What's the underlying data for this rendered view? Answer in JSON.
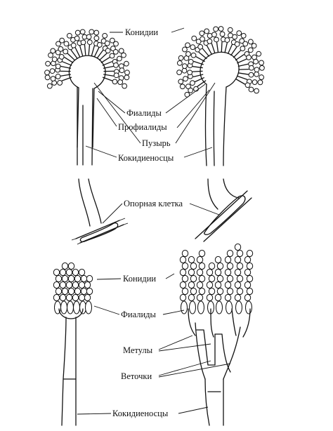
{
  "labels": {
    "aspergillus_conidia": "Конидии",
    "aspergillus_phialides": "Фиалиды",
    "aspergillus_prophialides": "Профиалиды",
    "aspergillus_vesicle": "Пузырь",
    "aspergillus_conidiophores": "Кокидиеносцы",
    "aspergillus_foot_cell": "Опорная клетка",
    "penicillium_conidia": "Конидии",
    "penicillium_phialides": "Фиалиды",
    "penicillium_metulae": "Метулы",
    "penicillium_branches": "Веточки",
    "penicillium_conidiophores": "Кокидиеносцы"
  }
}
